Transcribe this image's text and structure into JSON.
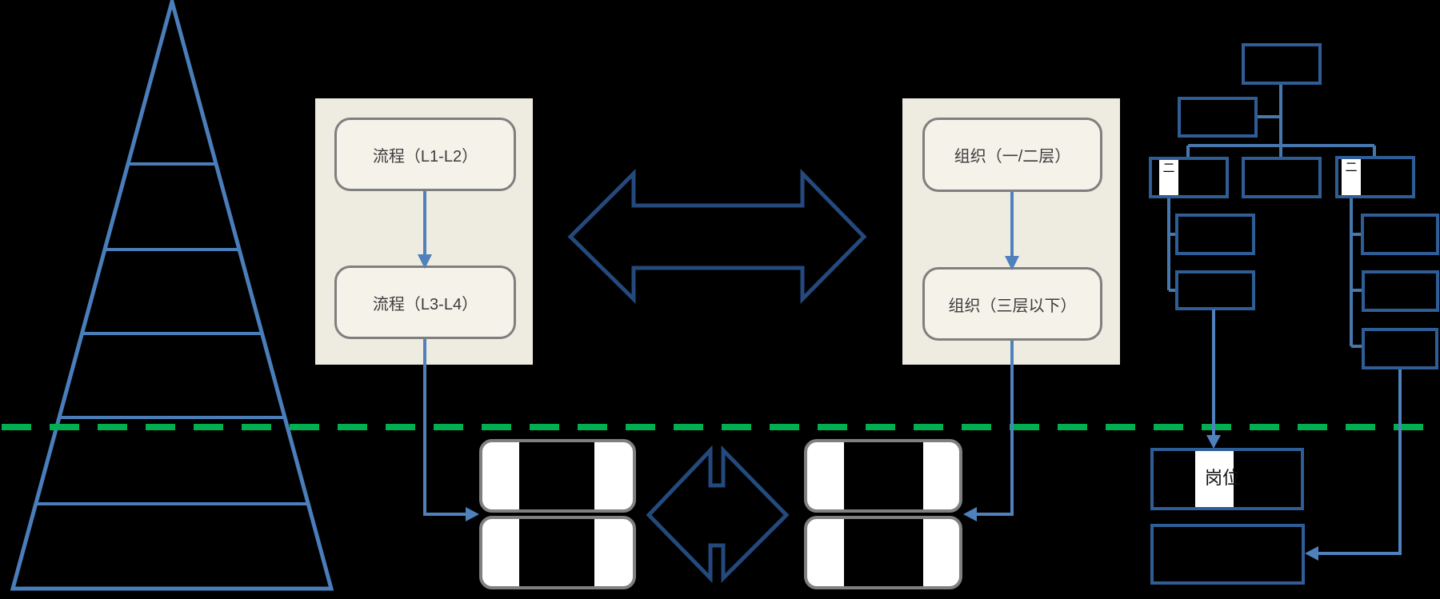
{
  "panels": {
    "process": {
      "box1": "流程（L1-L2）",
      "box2": "流程（L3-L4）"
    },
    "organization": {
      "box1": "组织（一/二层）",
      "box2": "组织（三层以下）"
    }
  },
  "org_chart": {
    "partial_label_left": "二",
    "partial_label_right": "二"
  },
  "bottom": {
    "post_label": "岗位"
  },
  "colors": {
    "background": "#000000",
    "pyramid_blue": "#4A7EBA",
    "connector_blue": "#4F81BD",
    "org_line_blue": "#4678AE",
    "org_box_border": "#2F5D96",
    "double_arrow_navy": "#24497C",
    "divider_green": "#00B050",
    "panel_beige": "#EEECE1",
    "node_fill": "#F4F2E9",
    "node_border": "#7F7F7F",
    "stripe_box_border": "#808080",
    "text_dark": "#3C3C3C"
  }
}
